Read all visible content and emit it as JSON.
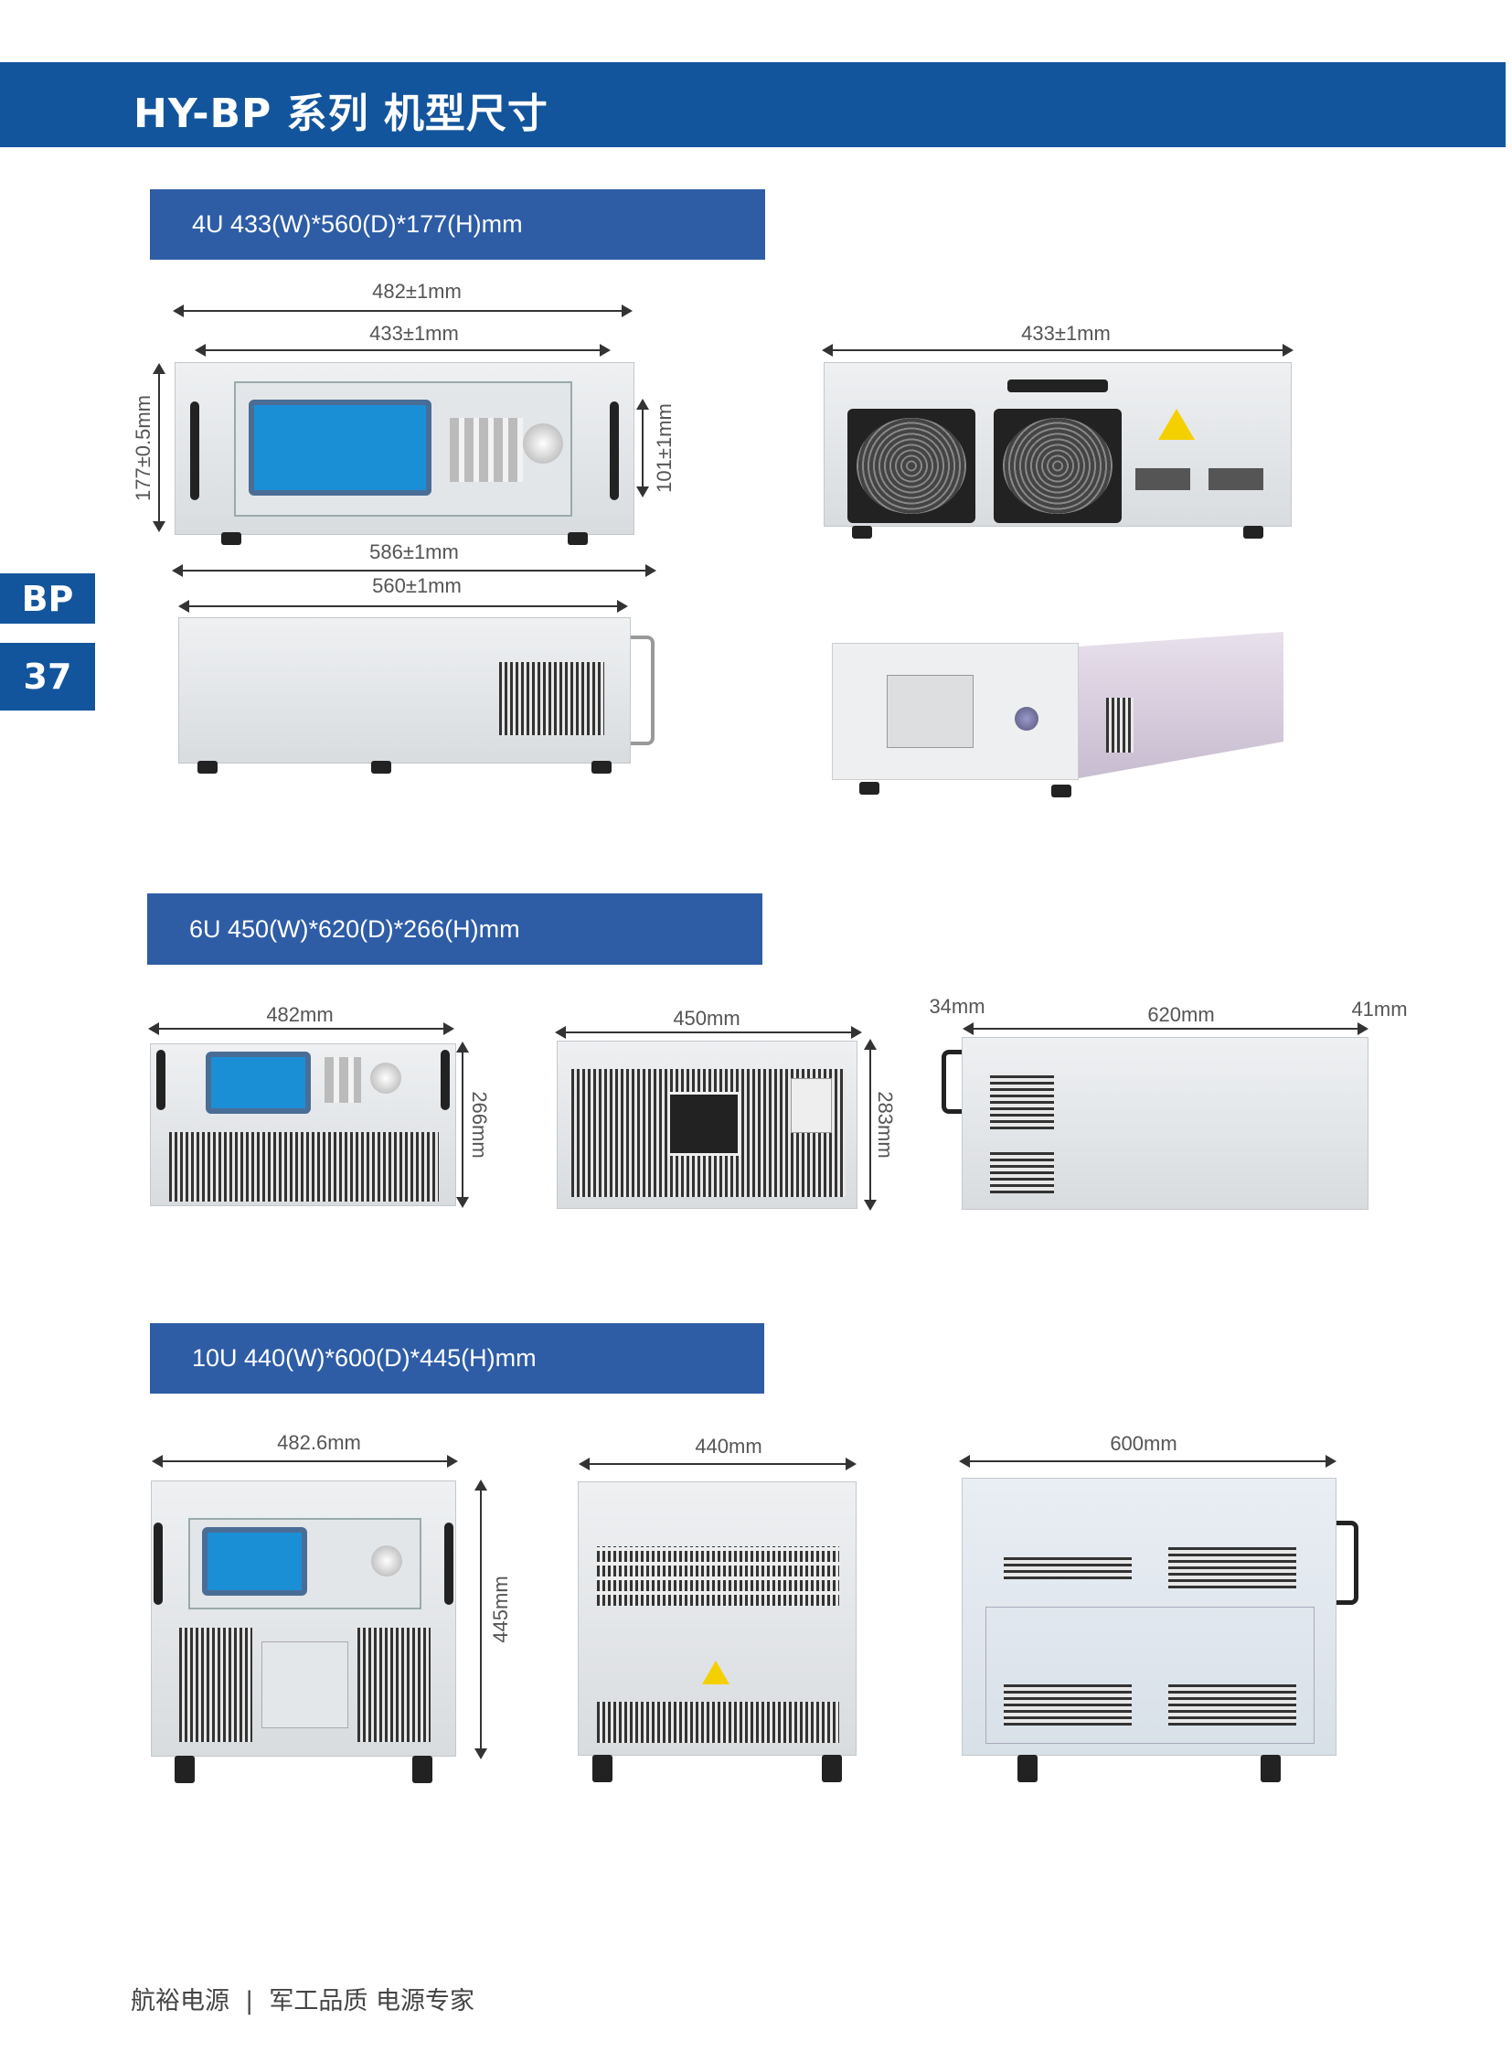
{
  "header": {
    "title": "HY-BP 系列  机型尺寸"
  },
  "side_tabs": {
    "series": "BP",
    "page": "37"
  },
  "colors": {
    "header": "#13559c",
    "section": "#2e5da6"
  },
  "sections": [
    {
      "title": "4U 433(W)*560(D)*177(H)mm",
      "dims": {
        "front_outer": "482±1mm",
        "front_inner": "433±1mm",
        "height": "177±0.5mm",
        "panel_height": "101±1mm",
        "back_width": "433±1mm",
        "depth_outer": "586±1mm",
        "depth_inner": "560±1mm"
      }
    },
    {
      "title": "6U 450(W)*620(D)*266(H)mm",
      "dims": {
        "front_width": "482mm",
        "front_height": "266mm",
        "back_width": "450mm",
        "back_height": "283mm",
        "front_handle": "34mm",
        "depth": "620mm",
        "rear_protrusion": "41mm"
      }
    },
    {
      "title": "10U 440(W)*600(D)*445(H)mm",
      "dims": {
        "front_width": "482.6mm",
        "height": "445mm",
        "back_width": "440mm",
        "depth": "600mm"
      }
    }
  ],
  "footer": {
    "text": "航裕电源  |  军工品质 电源专家"
  }
}
